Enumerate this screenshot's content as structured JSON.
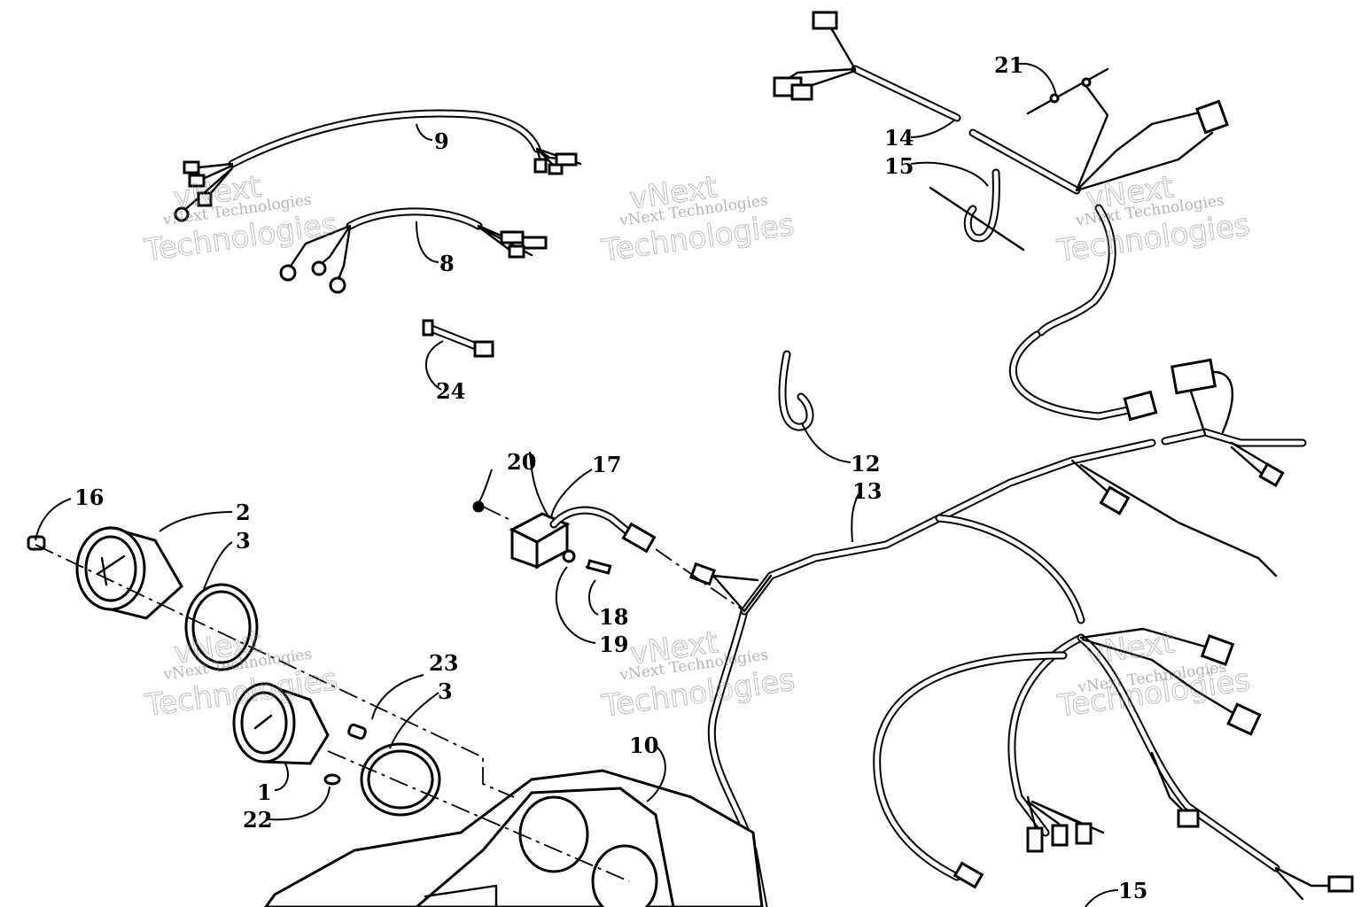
{
  "callouts": {
    "c1": "1",
    "c2": "2",
    "c3a": "3",
    "c3b": "3",
    "c8": "8",
    "c9": "9",
    "c10": "10",
    "c12": "12",
    "c13": "13",
    "c14": "14",
    "c15a": "15",
    "c15b": "15",
    "c16": "16",
    "c17": "17",
    "c18": "18",
    "c19": "19",
    "c20": "20",
    "c21": "21",
    "c22": "22",
    "c23": "23",
    "c24": "24"
  },
  "watermark": {
    "line1": "vNext Technologies",
    "line2": "Technologies",
    "line2_prefix": "vNext"
  },
  "colors": {
    "ink": "#000000",
    "paper": "#ffffff",
    "watermark": "#888888"
  }
}
